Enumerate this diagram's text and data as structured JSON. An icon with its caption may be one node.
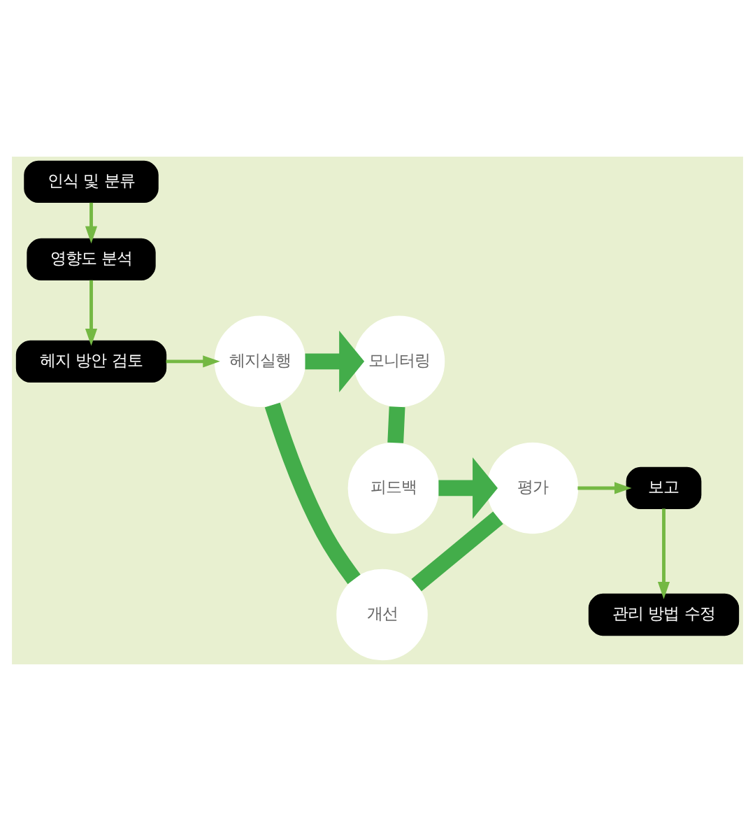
{
  "diagram": {
    "nodes": [
      {
        "text": [
          "인식 및 분류"
        ]
      },
      {
        "text": [
          "영향도 분석"
        ]
      },
      {
        "text": [
          "헤지 방안 검토"
        ]
      },
      {
        "text": [
          "헤지실행"
        ]
      },
      {
        "text": [
          "모니터링"
        ]
      },
      {
        "text": [
          "개선"
        ]
      },
      {
        "text": [
          "평가"
        ]
      },
      {
        "text": [
          "피드백"
        ]
      },
      {
        "text": [
          "보고"
        ]
      },
      {
        "text": [
          "관리 방법 수정"
        ]
      }
    ],
    "edges": [
      {
        "from": 0,
        "to": 1,
        "arrow": "to"
      },
      {
        "from": 1,
        "to": 2,
        "arrow": "to"
      },
      {
        "from": 2,
        "to": 3,
        "arrow": "to"
      },
      {
        "from": 3,
        "to": 4,
        "arrow": "to",
        "style": "thick"
      },
      {
        "from": 4,
        "to": 7,
        "arrow": "none",
        "style": "thick"
      },
      {
        "from": 7,
        "to": 6,
        "arrow": "to",
        "style": "thick"
      },
      {
        "from": 6,
        "to": 5,
        "arrow": "none",
        "style": "thick"
      },
      {
        "from": 5,
        "to": 3,
        "arrow": "none",
        "style": "thick"
      },
      {
        "from": 6,
        "to": 8,
        "arrow": "to"
      },
      {
        "from": 8,
        "to": 9,
        "arrow": "to"
      }
    ]
  }
}
